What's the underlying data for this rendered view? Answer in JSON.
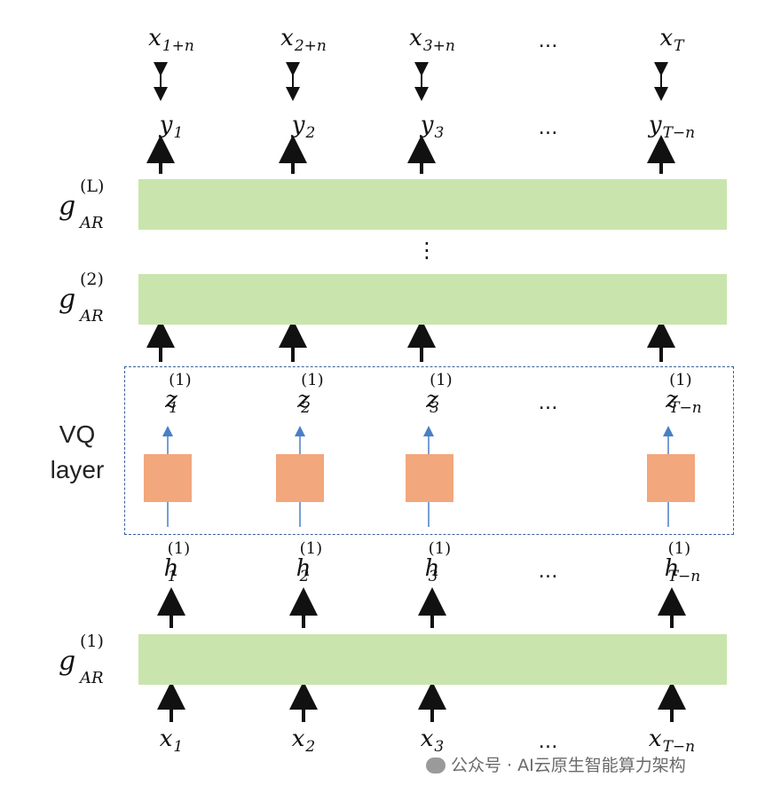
{
  "rows": {
    "x_top": [
      {
        "base": "x",
        "sub": "1+n"
      },
      {
        "base": "x",
        "sub": "2+n"
      },
      {
        "base": "x",
        "sub": "3+n"
      },
      {
        "base": "x",
        "sub": "T"
      }
    ],
    "y": [
      {
        "base": "y",
        "sub": "1"
      },
      {
        "base": "y",
        "sub": "2"
      },
      {
        "base": "y",
        "sub": "3"
      },
      {
        "base": "y",
        "sub": "T−n"
      }
    ],
    "z": [
      {
        "base": "z",
        "sup": "(1)",
        "sub": "1"
      },
      {
        "base": "z",
        "sup": "(1)",
        "sub": "2"
      },
      {
        "base": "z",
        "sup": "(1)",
        "sub": "3"
      },
      {
        "base": "z",
        "sup": "(1)",
        "sub": "T−n"
      }
    ],
    "h": [
      {
        "base": "h",
        "sup": "(1)",
        "sub": "1"
      },
      {
        "base": "h",
        "sup": "(1)",
        "sub": "2"
      },
      {
        "base": "h",
        "sup": "(1)",
        "sub": "3"
      },
      {
        "base": "h",
        "sup": "(1)",
        "sub": "T−n"
      }
    ],
    "x_bottom": [
      {
        "base": "x",
        "sub": "1"
      },
      {
        "base": "x",
        "sub": "2"
      },
      {
        "base": "x",
        "sub": "3"
      },
      {
        "base": "x",
        "sub": "T−n"
      }
    ]
  },
  "ellipsis": "…",
  "vertical_ellipsis": "⋮",
  "layers": {
    "top": {
      "base": "g",
      "sup": "(L)",
      "sub": "AR"
    },
    "second": {
      "base": "g",
      "sup": "(2)",
      "sub": "AR"
    },
    "first": {
      "base": "g",
      "sup": "(1)",
      "sub": "AR"
    }
  },
  "vq_label_line1": "VQ",
  "vq_label_line2": "layer",
  "colors": {
    "band": "#c9e5ad",
    "quantizer_box": "#f2a77c",
    "vq_border": "#3b5f9a",
    "thin_arrow": "#4a7fc6"
  },
  "watermark": "公众号 · AI云原生智能算力架构"
}
